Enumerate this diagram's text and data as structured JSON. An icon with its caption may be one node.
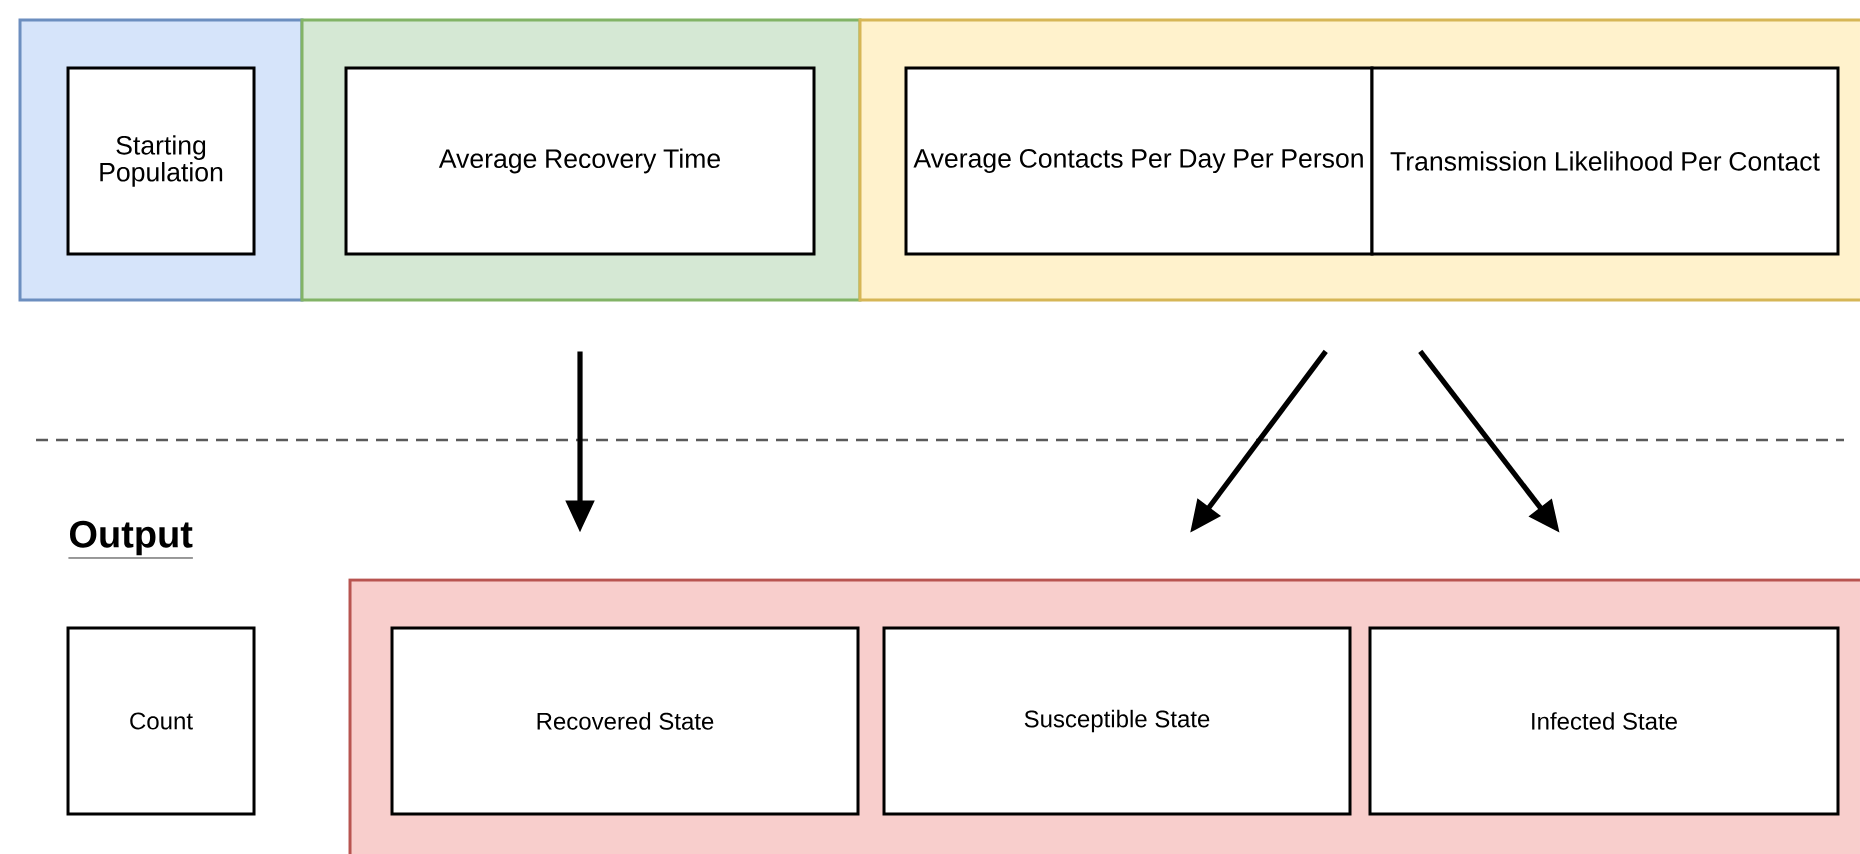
{
  "diagram": {
    "nodes": [
      {
        "text": [],
        "shape": "box"
      },
      {
        "text": [
          "Starting Population"
        ],
        "in": 0
      },
      {
        "text": [],
        "shape": "box"
      },
      {
        "text": [
          "Average Recovery Time"
        ],
        "in": 2
      },
      {
        "text": [],
        "shape": "box"
      },
      {
        "text": [
          "Average Contacts Per Day Per Person"
        ],
        "in": 4
      },
      {
        "text": [
          "Transmission Likelihood Per Contact"
        ],
        "in": 4
      },
      {
        "text": [
          "Count"
        ]
      },
      {
        "text": [],
        "shape": "box"
      },
      {
        "text": [
          "Recovered State"
        ],
        "in": 8
      },
      {
        "text": [
          "Susceptible State"
        ],
        "in": 8
      },
      {
        "text": [
          "Infected State"
        ],
        "in": 8
      }
    ],
    "edges": [
      {
        "from": 2,
        "to": 9,
        "arrow": "to"
      },
      {
        "from": 4,
        "to": 10,
        "arrow": "to"
      },
      {
        "from": 4,
        "to": 11,
        "arrow": "to"
      }
    ],
    "labels": [
      "Output"
    ]
  }
}
